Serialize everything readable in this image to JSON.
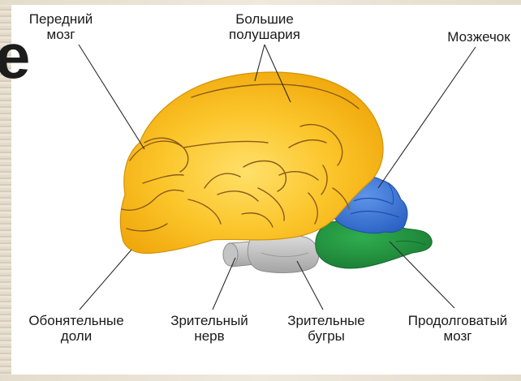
{
  "labels": {
    "forebrain": [
      "Передний",
      "мозг"
    ],
    "hemispheres": [
      "Большие",
      "полушария"
    ],
    "cerebellum": [
      "Мозжечок"
    ],
    "olfactory": [
      "Обонятельные",
      "доли"
    ],
    "optic_nerve": [
      "Зрительный",
      "нерв"
    ],
    "optic_tubercles": [
      "Зрительные",
      "бугры"
    ],
    "medulla": [
      "Продолговатый",
      "мозг"
    ]
  },
  "background_text": "е",
  "colors": {
    "hemisphere": "#f6b715",
    "hemisphere_light": "#ffe06a",
    "hemisphere_outline": "#c98a06",
    "fold_line": "#8a5a1a",
    "cerebellum": "#2f6fd6",
    "cerebellum_light": "#5e95ea",
    "medulla": "#1e8a3a",
    "medulla_light": "#2fae4e",
    "optic": "#a8a8a8",
    "optic_light": "#d0d0d0",
    "leader_line": "#2a2a2a"
  }
}
